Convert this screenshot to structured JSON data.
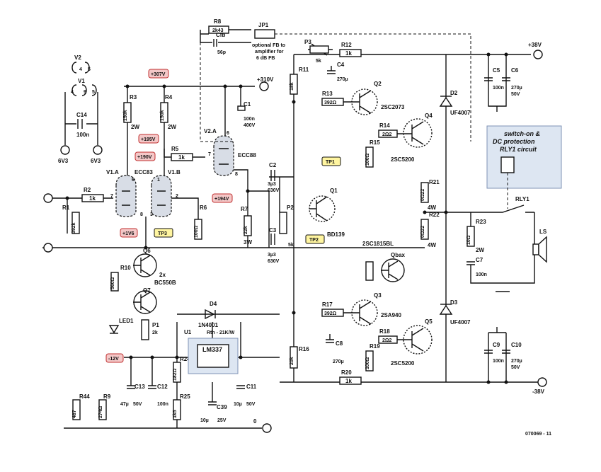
{
  "figure_id": "070069 - 11",
  "parts": {
    "R1": {
      "ref": "R1",
      "val": "392k"
    },
    "R2": {
      "ref": "R2",
      "val": "1k"
    },
    "R3": {
      "ref": "R3",
      "val": "150k",
      "extra": "2W"
    },
    "R4": {
      "ref": "R4",
      "val": "150k",
      "extra": "2W"
    },
    "R5": {
      "ref": "R5",
      "val": "1k"
    },
    "R6": {
      "ref": "R6",
      "val": "100Ω"
    },
    "R7": {
      "ref": "R7",
      "val": "22k",
      "extra": "3W"
    },
    "R8": {
      "ref": "R8",
      "val": "2k43"
    },
    "R9": {
      "ref": "R9",
      "val": "274Ω"
    },
    "R10": {
      "ref": "R10",
      "val": "560Ω"
    },
    "R11": {
      "ref": "R11",
      "val": "18k"
    },
    "R12": {
      "ref": "R12",
      "val": "1k"
    },
    "R13": {
      "ref": "R13",
      "val": "392Ω"
    },
    "R14": {
      "ref": "R14",
      "val": "2Ω2"
    },
    "R15": {
      "ref": "R15",
      "val": "100Ω"
    },
    "R16": {
      "ref": "R16",
      "val": "20k"
    },
    "R17": {
      "ref": "R17",
      "val": "392Ω"
    },
    "R18": {
      "ref": "R18",
      "val": "2Ω2"
    },
    "R19": {
      "ref": "R19",
      "val": "100Ω"
    },
    "R20": {
      "ref": "R20",
      "val": "1k"
    },
    "R21": {
      "ref": "R21",
      "val": "0Ω22",
      "extra": "4W"
    },
    "R22": {
      "ref": "R22",
      "val": "0Ω22",
      "extra": "4W"
    },
    "R23": {
      "ref": "R23",
      "val": "10Ω",
      "extra": "2W"
    },
    "R24": {
      "ref": "R24",
      "val": "182Ω"
    },
    "R25": {
      "ref": "R25",
      "val": "1k5"
    },
    "R44": {
      "ref": "R44",
      "val": "487"
    },
    "C1": {
      "ref": "C1",
      "val": "100n",
      "extra": "400V"
    },
    "C2": {
      "ref": "C2",
      "val": "3µ3",
      "extra": "630V"
    },
    "C3": {
      "ref": "C3",
      "val": "3µ3",
      "extra": "630V"
    },
    "C4": {
      "ref": "C4",
      "val": "270µ"
    },
    "C5": {
      "ref": "C5",
      "val": "100n"
    },
    "C6": {
      "ref": "C6",
      "val": "270µ",
      "extra": "50V"
    },
    "C7": {
      "ref": "C7",
      "val": "100n"
    },
    "C8": {
      "ref": "C8",
      "val": "270µ"
    },
    "C9": {
      "ref": "C9",
      "val": "100n"
    },
    "C10": {
      "ref": "C10",
      "val": "270µ",
      "extra": "50V"
    },
    "C11": {
      "ref": "C11",
      "val": "10µ",
      "extra": "50V"
    },
    "C12": {
      "ref": "C12",
      "val": "100n"
    },
    "C13": {
      "ref": "C13",
      "val": "47µ",
      "extra": "50V"
    },
    "C14": {
      "ref": "C14",
      "val": "100n"
    },
    "C39": {
      "ref": "C39",
      "val": "10µ",
      "extra": "25V"
    },
    "Cfb": {
      "ref": "Cfb",
      "val": "56p"
    },
    "P1": {
      "ref": "P1",
      "val": "2k"
    },
    "P2": {
      "ref": "P2",
      "val": "5k"
    },
    "P3": {
      "ref": "P3",
      "val": "5k"
    },
    "Q1": {
      "ref": "Q1",
      "val": "BD139"
    },
    "Q2": {
      "ref": "Q2",
      "val": "2SC2073"
    },
    "Q3": {
      "ref": "Q3",
      "val": "2SA940"
    },
    "Q4": {
      "ref": "Q4",
      "val": "2SC5200"
    },
    "Q5": {
      "ref": "Q5",
      "val": "2SC5200"
    },
    "Q6": {
      "ref": "Q6"
    },
    "Q7": {
      "ref": "Q7"
    },
    "Q6Q7": {
      "val": "2x",
      "val2": "BC550B"
    },
    "Qbax": {
      "ref": "Qbax",
      "val": "2SC1815BL"
    },
    "D2": {
      "ref": "D2",
      "val": "UF4007"
    },
    "D3": {
      "ref": "D3",
      "val": "UF4007"
    },
    "D4": {
      "ref": "D4",
      "val": "1N4001"
    },
    "LED1": {
      "ref": "LED1"
    },
    "U1": {
      "ref": "U1",
      "val": "LM337",
      "note": "Rth - 21K/W"
    },
    "V1A": {
      "ref": "V1.A",
      "val": "ECC83"
    },
    "V1B": {
      "ref": "V1.B"
    },
    "V2A": {
      "ref": "V2.A",
      "val": "ECC88"
    },
    "V1": {
      "ref": "V1"
    },
    "V2": {
      "ref": "V2"
    },
    "JP1": {
      "ref": "JP1",
      "note1": "optional FB to",
      "note2": "amplifier for",
      "note3": "6 dB FB"
    },
    "RLY1": {
      "ref": "RLY1"
    },
    "LS": {
      "ref": "LS"
    }
  },
  "rails": {
    "p38": "+38V",
    "n38": "-38V",
    "p310": "+310V",
    "zero": "0",
    "htr_a": "6V3",
    "htr_b": "6V3"
  },
  "voltages": {
    "v307": "+307V",
    "v195": "+195V",
    "v190": "+190V",
    "v194": "+194V",
    "v1v6": "+1V6",
    "vm12": "-12V"
  },
  "testpoints": {
    "tp1": "TP1",
    "tp2": "TP2",
    "tp3": "TP3"
  },
  "relay_box": {
    "line1": "switch-on &",
    "line2": "DC protection",
    "line3": "RLY1 circuit"
  },
  "pins": {
    "v2_4": "4",
    "v2_5": "5",
    "v1_4": "4",
    "v1_9": "9",
    "v1_5": "5",
    "va_7": "7",
    "va_6": "6",
    "va_8": "8",
    "vb_1": "1",
    "vb_2": "2",
    "vb_3": "3",
    "v2a_6": "6",
    "v2a_7": "7",
    "v2a_8": "8"
  },
  "colors": {
    "annotation_fill": "#f4c8c8",
    "annotation_stroke": "#c03030",
    "highlight_fill": "#dde6f2",
    "testpoint_fill": "#fff5a0"
  }
}
